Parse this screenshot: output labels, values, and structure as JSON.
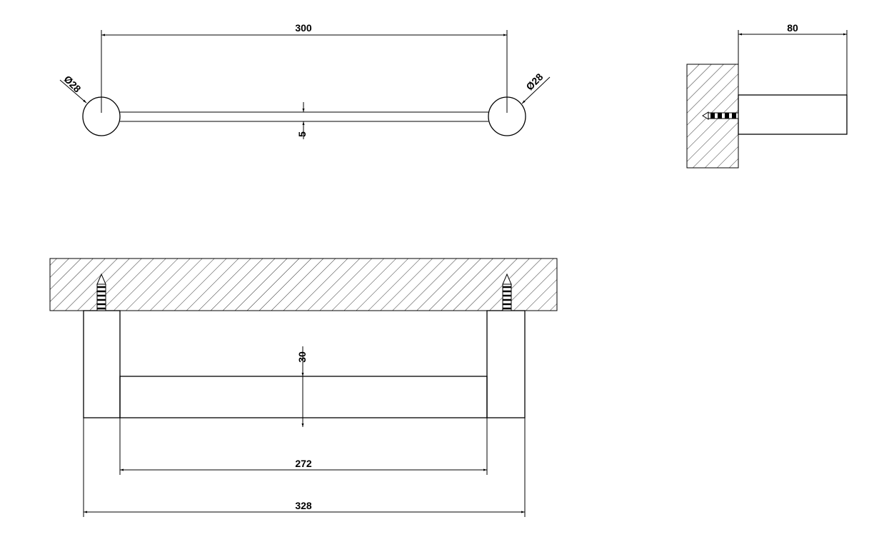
{
  "drawing": {
    "top_view": {
      "span_dimension": "300",
      "left_diameter": "Ø28",
      "right_diameter": "Ø28",
      "bar_thickness": "5"
    },
    "side_view": {
      "projection_dimension": "80"
    },
    "front_view": {
      "bar_height": "30",
      "inner_width": "272",
      "overall_width": "328"
    }
  }
}
